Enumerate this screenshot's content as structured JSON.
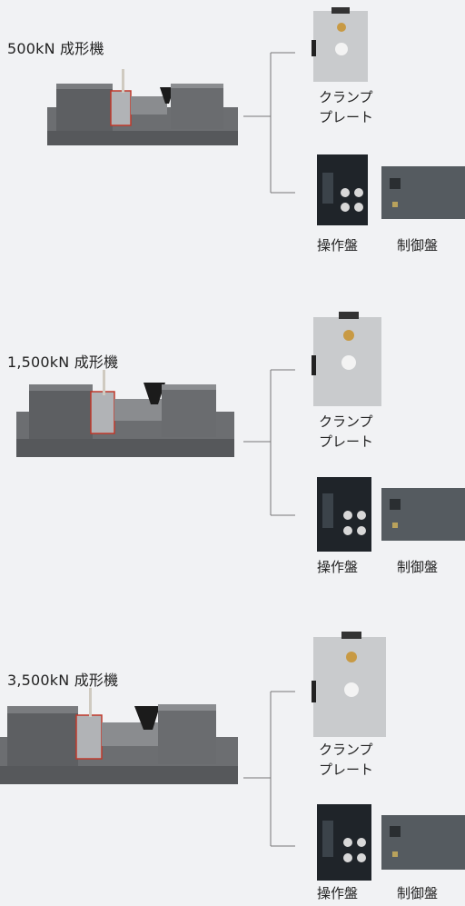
{
  "machines": [
    {
      "title": "500kN 成形機",
      "clamp_label_line1": "クランプ",
      "clamp_label_line2": "プレート",
      "operation_panel_label": "操作盤",
      "control_panel_label": "制御盤"
    },
    {
      "title": "1,500kN 成形機",
      "clamp_label_line1": "クランプ",
      "clamp_label_line2": "プレート",
      "operation_panel_label": "操作盤",
      "control_panel_label": "制御盤"
    },
    {
      "title": "3,500kN 成形機",
      "clamp_label_line1": "クランプ",
      "clamp_label_line2": "プレート",
      "operation_panel_label": "操作盤",
      "control_panel_label": "制御盤"
    }
  ]
}
